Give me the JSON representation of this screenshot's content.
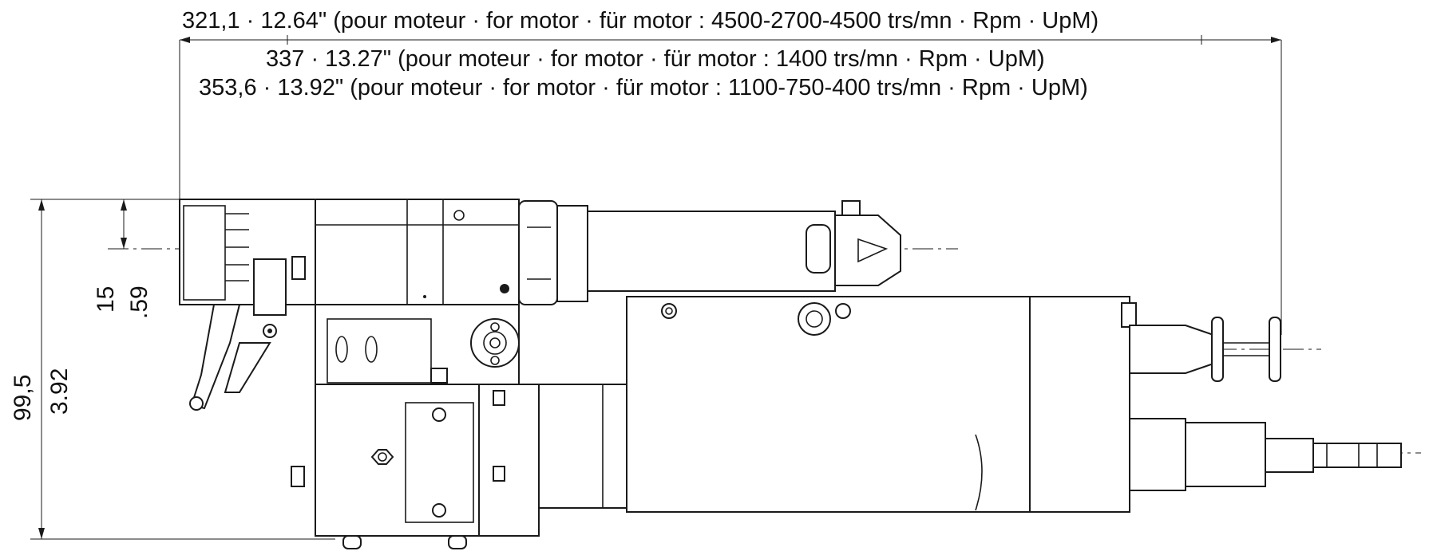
{
  "dimensions": {
    "length_short": "321,1 · 12.64\" (pour moteur · for motor · für motor : 4500-2700-4500 trs/mn · Rpm · UpM)",
    "length_mid": "337 · 13.27\" (pour moteur · for motor · für motor : 1400 trs/mn · Rpm · UpM)",
    "length_long": "353,6 · 13.92\" (pour moteur · for motor · für motor : 1100-750-400 trs/mn · Rpm · UpM)",
    "height_mm": "99,5",
    "height_in": "3.92",
    "offset_mm": "15",
    "offset_in": ".59"
  }
}
